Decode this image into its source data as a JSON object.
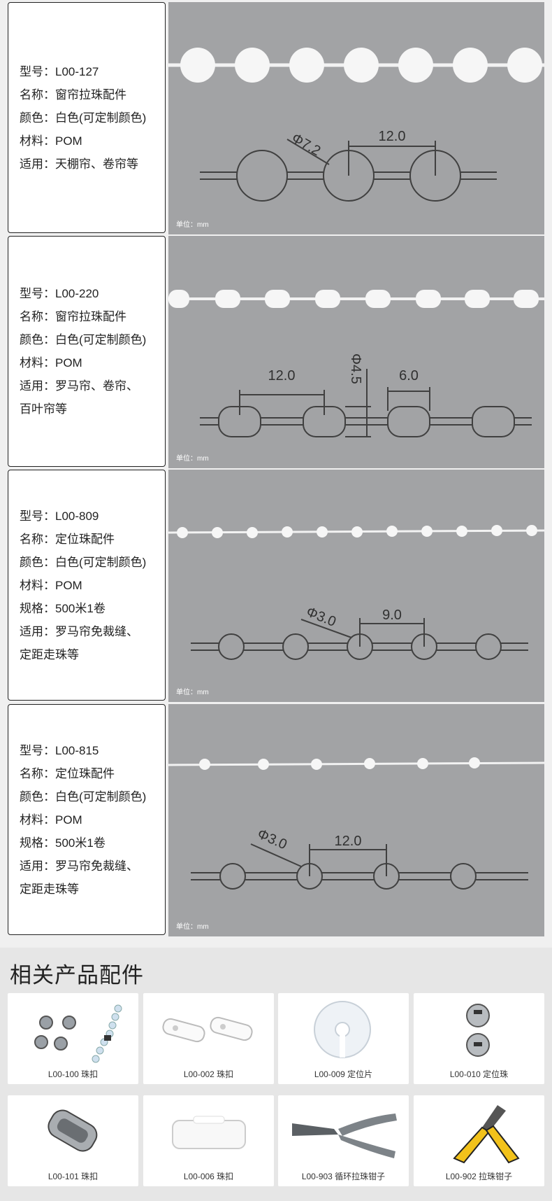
{
  "specs": [
    {
      "lines": [
        {
          "k": "型号：",
          "v": "L00-127"
        },
        {
          "k": "名称：",
          "v": "窗帘拉珠配件"
        },
        {
          "k": "颜色：",
          "v": "白色(可定制颜色)"
        },
        {
          "k": "材料：",
          "v": "POM"
        },
        {
          "k": "适用：",
          "v": "天棚帘、卷帘等"
        }
      ],
      "dia": "Φ7.2",
      "pitch": "12.0",
      "unit": "单位：mm"
    },
    {
      "lines": [
        {
          "k": "型号：",
          "v": "L00-220"
        },
        {
          "k": "名称：",
          "v": "窗帘拉珠配件"
        },
        {
          "k": "颜色：",
          "v": "白色(可定制颜色)"
        },
        {
          "k": "材料：",
          "v": "POM"
        },
        {
          "k": "适用：",
          "v": "罗马帘、卷帘、"
        },
        {
          "k": "",
          "v": "百叶帘等"
        }
      ],
      "pitch": "12.0",
      "dia": "Φ4.5",
      "len": "6.0",
      "unit": "单位：mm"
    },
    {
      "lines": [
        {
          "k": "型号：",
          "v": "L00-809"
        },
        {
          "k": "名称：",
          "v": "定位珠配件"
        },
        {
          "k": "颜色：",
          "v": "白色(可定制颜色)"
        },
        {
          "k": "材料：",
          "v": "POM"
        },
        {
          "k": "规格：",
          "v": "500米1卷"
        },
        {
          "k": "适用：",
          "v": "罗马帘免裁缝、"
        },
        {
          "k": "",
          "v": "定距走珠等"
        }
      ],
      "dia": "Φ3.0",
      "pitch": "9.0",
      "unit": "单位：mm"
    },
    {
      "lines": [
        {
          "k": "型号：",
          "v": "L00-815"
        },
        {
          "k": "名称：",
          "v": "定位珠配件"
        },
        {
          "k": "颜色：",
          "v": "白色(可定制颜色)"
        },
        {
          "k": "材料：",
          "v": "POM"
        },
        {
          "k": "规格：",
          "v": "500米1卷"
        },
        {
          "k": "适用：",
          "v": "罗马帘免裁缝、"
        },
        {
          "k": "",
          "v": "定距走珠等"
        }
      ],
      "dia": "Φ3.0",
      "pitch": "12.0",
      "unit": "单位：mm"
    }
  ],
  "related": {
    "title": "相关产品配件",
    "items": [
      {
        "label": "L00-100 珠扣",
        "icon": "bead-clasp-icon"
      },
      {
        "label": "L00-002 珠扣",
        "icon": "plastic-connector-icon"
      },
      {
        "label": "L00-009 定位片",
        "icon": "stopper-disc-icon"
      },
      {
        "label": "L00-010 定位珠",
        "icon": "stopper-bead-icon"
      },
      {
        "label": "L00-101 珠扣",
        "icon": "metal-coupling-icon"
      },
      {
        "label": "L00-006 珠扣",
        "icon": "plastic-coupler-icon"
      },
      {
        "label": "L00-903 循环拉珠钳子",
        "icon": "crimp-pliers-icon"
      },
      {
        "label": "L00-902 拉珠钳子",
        "icon": "pliers-icon"
      }
    ]
  },
  "colors": {
    "photo_bg": "#a2a3a5",
    "diagram_line": "#404040",
    "bead": "#f4f4f4"
  }
}
